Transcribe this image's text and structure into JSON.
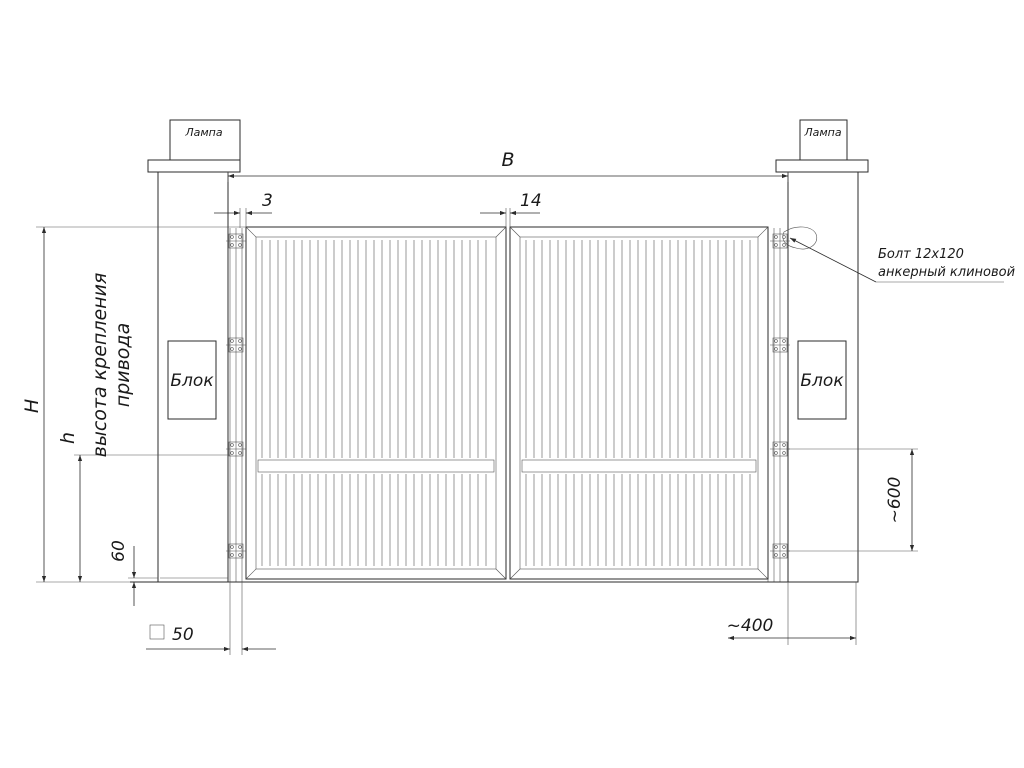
{
  "labels": {
    "lamp_left": "Лампа",
    "lamp_right": "Лампа",
    "block_left": "Блок",
    "block_right": "Блок",
    "bolt_line1": "Болт 12х120",
    "bolt_line2": "анкерный клиновой",
    "mount_height_line1": "высота крепления",
    "mount_height_line2": "привода"
  },
  "dimensions": {
    "width": "B",
    "height": "H",
    "mount_height": "h",
    "gap_post": "3",
    "gap_center": "14",
    "bottom_gap": "60",
    "post_section": "50",
    "hinge_spacing": "~600",
    "post_offset": "~400"
  },
  "colors": {
    "line": "#2b2b2b",
    "background": "#ffffff"
  }
}
